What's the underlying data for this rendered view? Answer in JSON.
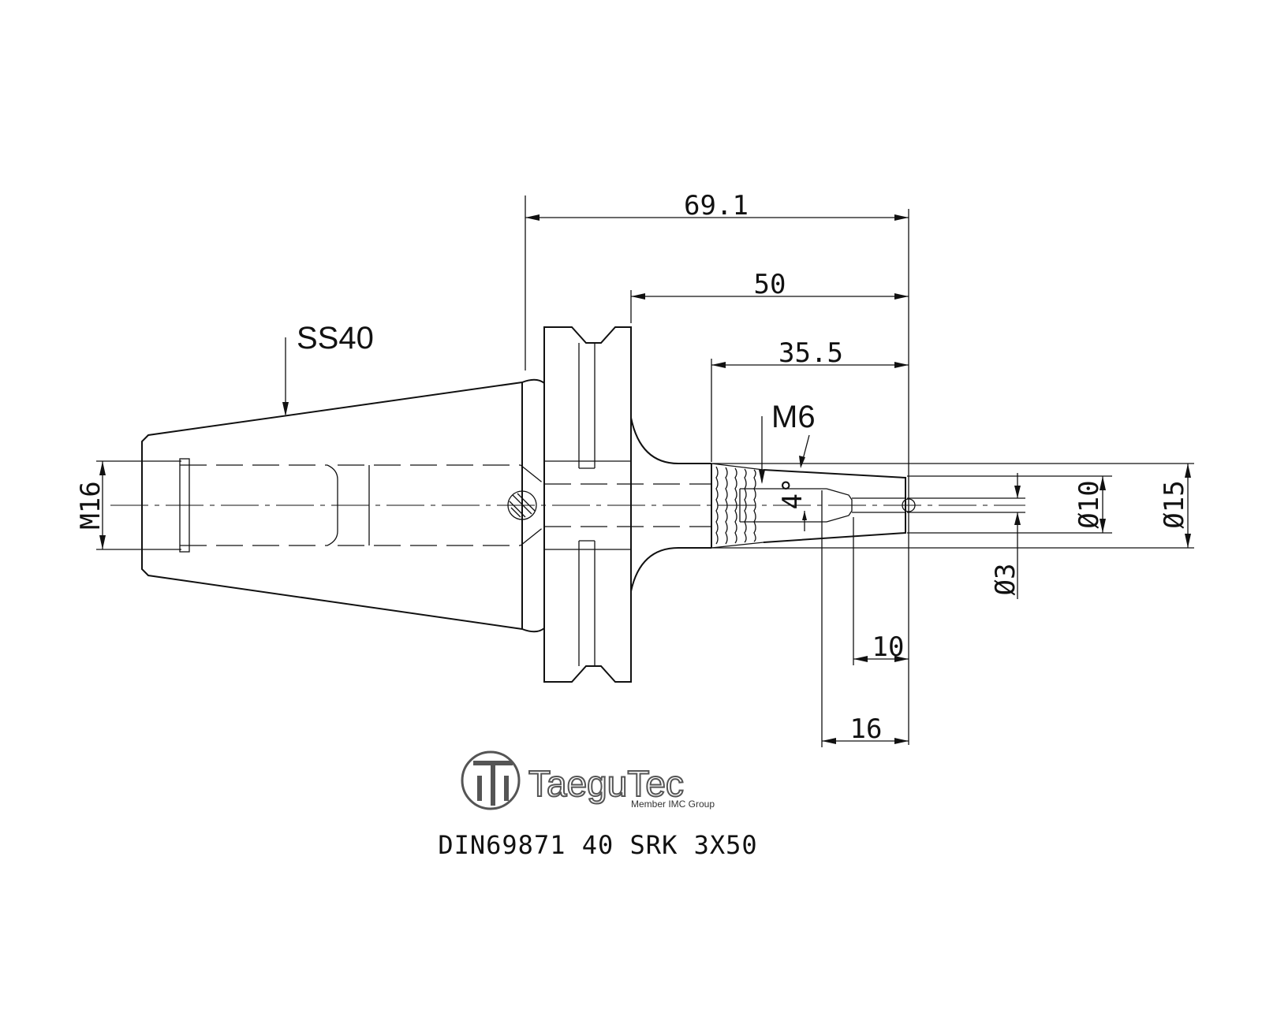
{
  "dimensions": {
    "overall_length": "69.1",
    "flange_to_end": "50",
    "nose_length": "35.5",
    "bore_depth": "16",
    "tip_length": "10",
    "taper_angle": "4°",
    "dia_collet": "Ø10",
    "dia_nose": "Ø15",
    "dia_bore": "Ø3"
  },
  "labels": {
    "taper": "SS40",
    "retention_thread": "M16",
    "side_thread": "M6"
  },
  "logo": {
    "brand": "TaeguTec",
    "tagline": "Member IMC Group"
  },
  "caption": "DIN69871 40 SRK 3X50"
}
